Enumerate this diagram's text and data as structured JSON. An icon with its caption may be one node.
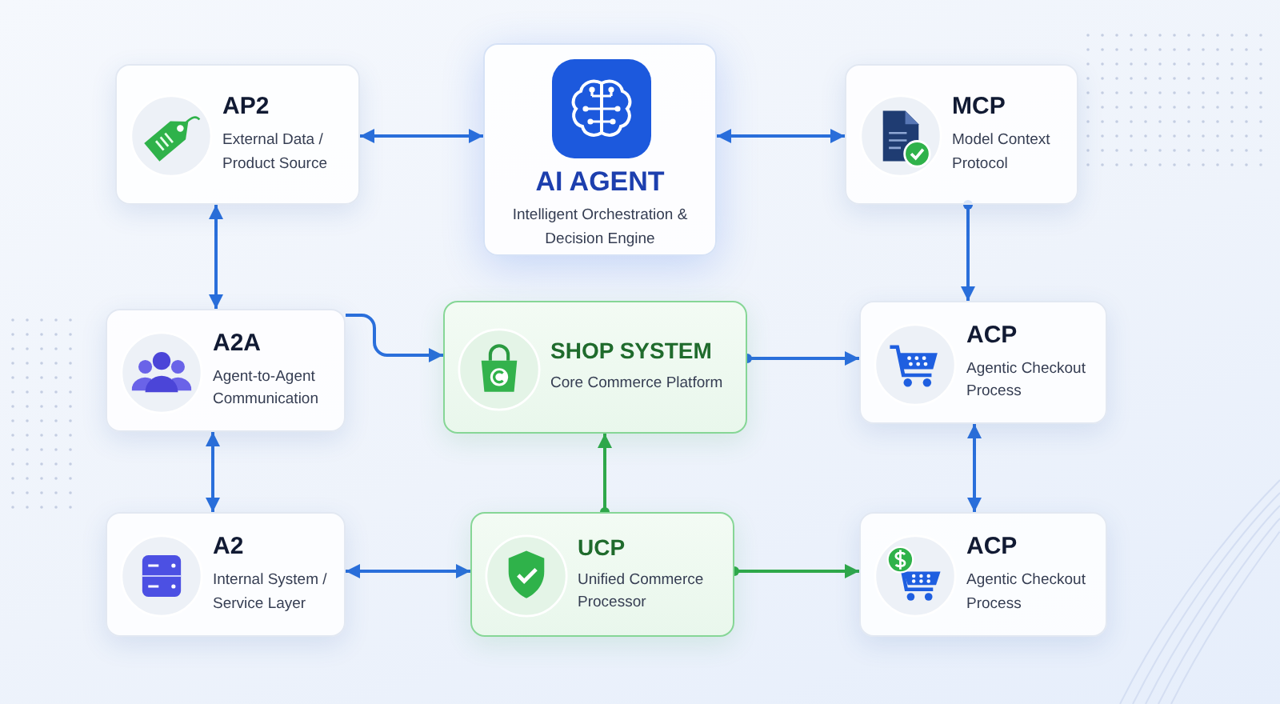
{
  "diagram": {
    "nodes": [
      {
        "text": [
          "AP2",
          "External Data / Product Source"
        ]
      },
      {
        "text": [
          "AI AGENT",
          "Intelligent Orchestration & Decision Engine"
        ]
      },
      {
        "text": [
          "MCP",
          "Model Context Protocol"
        ]
      },
      {
        "text": [
          "A2A",
          "Agent-to-Agent Communication"
        ]
      },
      {
        "text": [
          "SHOP SYSTEM",
          "Core Commerce Platform"
        ]
      },
      {
        "text": [
          "ACP",
          "Agentic Checkout Process"
        ]
      },
      {
        "text": [
          "A2",
          "Internal System / Service Layer"
        ]
      },
      {
        "text": [
          "UCP",
          "Unified Commerce Processor"
        ]
      },
      {
        "text": [
          "ACP",
          "Agentic Checkout Process"
        ]
      }
    ],
    "edges": [
      {
        "from": 0,
        "to": 1,
        "arrow": "both"
      },
      {
        "from": 1,
        "to": 2,
        "arrow": "both"
      },
      {
        "from": 0,
        "to": 3,
        "arrow": "both"
      },
      {
        "from": 3,
        "to": 4,
        "arrow": "to"
      },
      {
        "from": 4,
        "to": 5,
        "arrow": "to"
      },
      {
        "from": 2,
        "to": 5,
        "arrow": "to"
      },
      {
        "from": 3,
        "to": 6,
        "arrow": "both"
      },
      {
        "from": 7,
        "to": 4,
        "arrow": "to",
        "color": "#2fa84a"
      },
      {
        "from": 6,
        "to": 7,
        "arrow": "both"
      },
      {
        "from": 7,
        "to": 8,
        "arrow": "to",
        "color": "#2fa84a"
      },
      {
        "from": 5,
        "to": 8,
        "arrow": "both"
      }
    ]
  }
}
